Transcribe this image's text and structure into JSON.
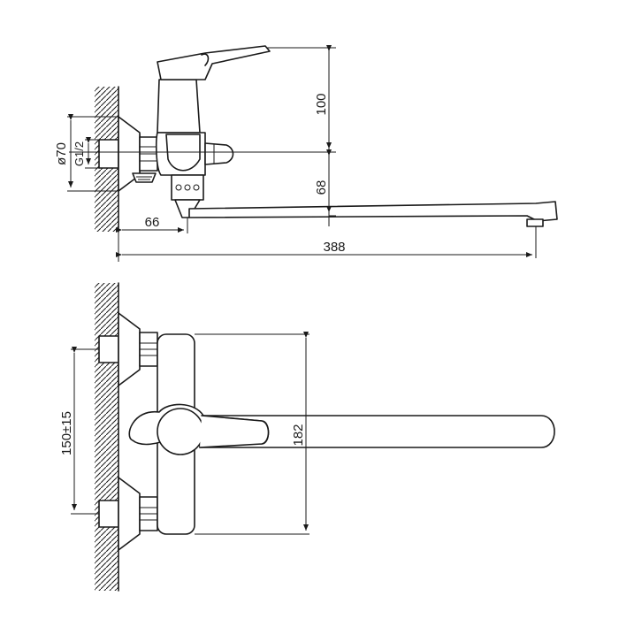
{
  "dimensions": {
    "height_top": "100",
    "height_spout": "68",
    "wall_to_body": "66",
    "total_length": "388",
    "flange_diameter": "ø70",
    "thread": "G1/2",
    "inlet_spacing": "150±15",
    "body_height": "182"
  }
}
